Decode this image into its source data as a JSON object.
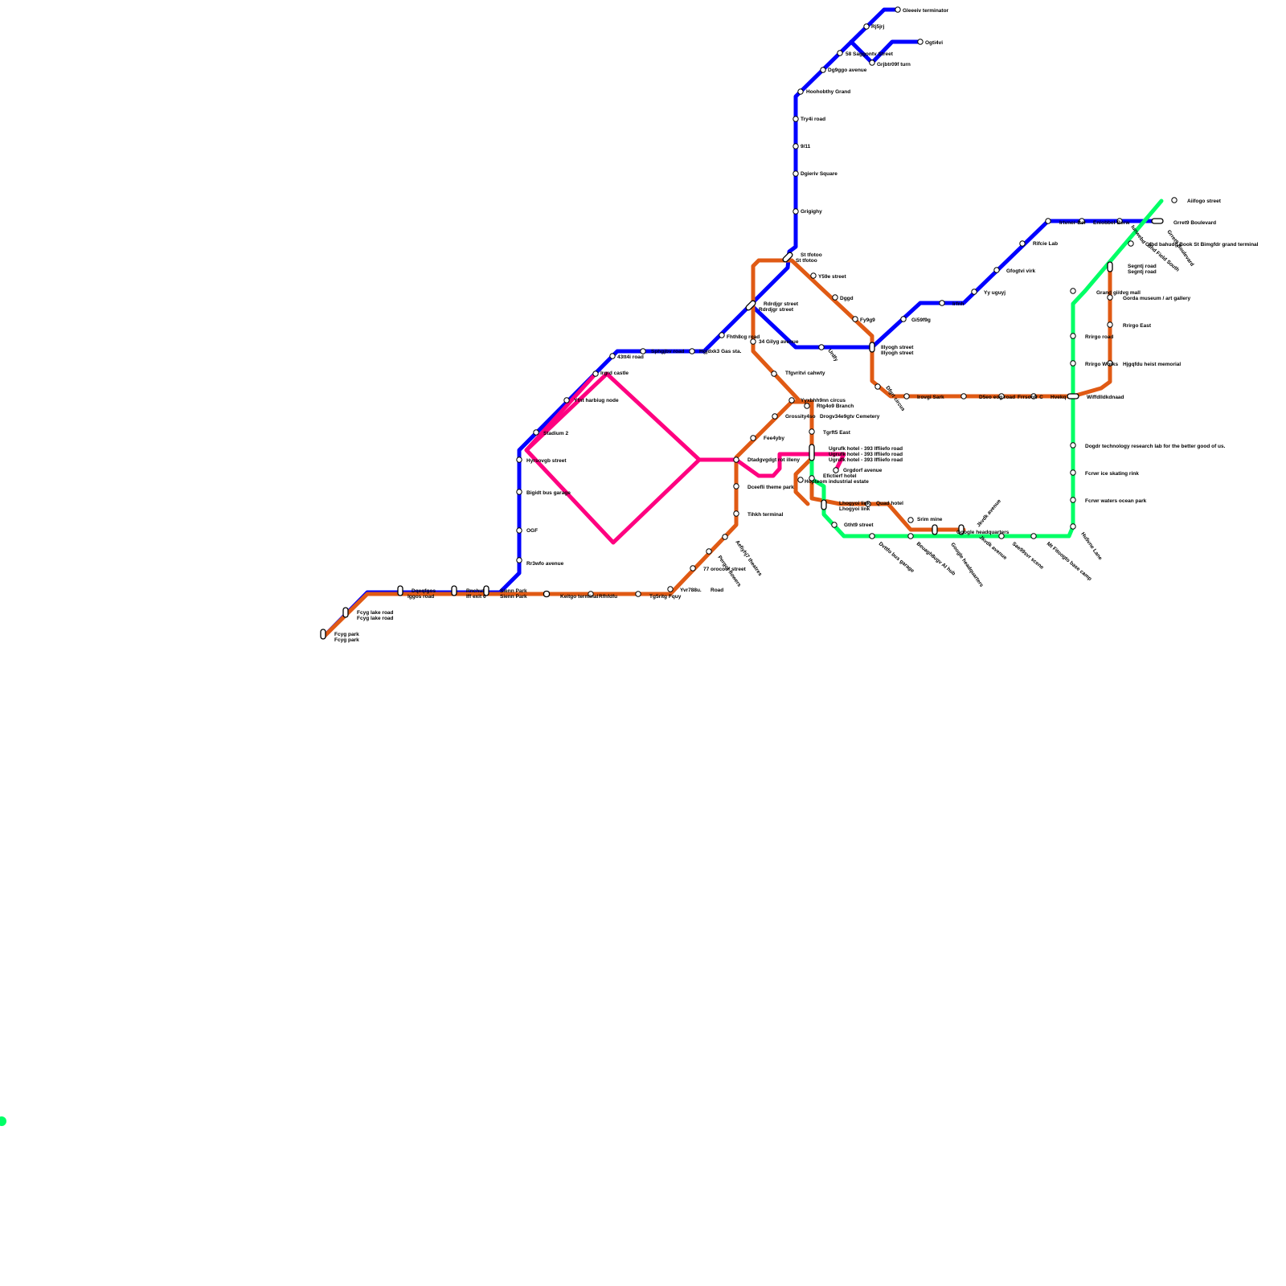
{
  "colors": {
    "blue": "#0000ff",
    "orange": "#e05a14",
    "pink": "#ff0080",
    "green": "#00ff66"
  },
  "stations": {
    "s01": "Gleeeiv terminator",
    "s02": "Rj5jrj",
    "s03": "Ogti4vi",
    "s04": "58 Saggontv Street",
    "s05": "Grjbtr09f turn",
    "s06": "Dg9ggo avenue",
    "s07": "Hoohobthy Grand",
    "s08": "Try4i road",
    "s09": "9/11",
    "s10": "Dgieriv Square",
    "s11": "Grigighy",
    "s12": "St tfotoo",
    "s13": "St tfotoo",
    "s14": "Y59e street",
    "s15": "Dggd",
    "s16": "Fy9g9",
    "s17": "Rdrdjgr street",
    "s18": "Rdrdjgr street",
    "s19": "Fhth8cg road",
    "s20": "34 Gilyg avenue",
    "s21": "Urdfy",
    "s22": "Illyogh street",
    "s23": "Illyogh street",
    "s24": "Gi59f9g",
    "s25": "Irfnh",
    "s26": "Yy uguyj",
    "s27": "Gfogtvi virk",
    "s28": "Rifcie Lab",
    "s29": "Irtvner-Ber",
    "s30": "Eniobbel-Berw",
    "s31": "Iunwebd",
    "s32": "Grret9 Boulevard",
    "s33": "Aiifogo street",
    "s34": "Grret9 Boulevard",
    "s35": "Gfbd bahudg Book St Bimgfdr grand terminal",
    "s36": "Bhd Field South",
    "s37": "Segntj road",
    "s38": "Segntj road",
    "s39": "Grand gi/dvg mall",
    "s40": "Gorda museum / art gallery",
    "s41": "Rrirgo road",
    "s42": "Rrirgo East",
    "s43": "Rrirgo Works",
    "s44": "Hjgqfdu heist memorial",
    "s45": "Dfgrt circus",
    "s46": "Irovgi Sark",
    "s47": "D5eo eog road",
    "s48": "Frrsoofr C",
    "s49": "Hvekq",
    "s50": "Wiffdlldkdnaad",
    "s51": "Dogdr technology research lab for the better good of us.",
    "s52": "Fcrwr ice skating rink",
    "s53": "Fcrwr waters ocean park",
    "s54": "Hu5vne Lane",
    "s55": "Mt Fitoogto base camp",
    "s56": "Sae99svr scene",
    "s57": "Jkvdk avenue",
    "s58": "Jkvdk avenue",
    "s59": "Google headquarters",
    "s60": "Google headquarters",
    "s61": "Beuagh8ugv AI hub",
    "s62": "Srim mine",
    "s63": "Dvttfo bus garage",
    "s64": "Quad hotel",
    "s65": "Gtht9 street",
    "s66": "Lhogyoi link",
    "s67": "Lhogyoi link",
    "s68": "Efictierf hotel",
    "s69": "Hopteom industrial estate",
    "s70": "Ugrufk hotel - 393 Iffiiefo road",
    "s71": "Ugrufk hotel - 393 Iffiiefo road",
    "s72": "Ugrufk hotel - 393 Iffiiefo road",
    "s73": "Tgrft5 East",
    "s74": "Grgdorf avenue",
    "s75": "Yyxbhh9nn circus",
    "s76": "Rtg4o9 Branch",
    "s77": "Grossity4so",
    "s78": "Drogv34e9gtv Cemetery",
    "s79": "Tfgvritvi cahwty",
    "s80": "Fee4yby",
    "s81": "Dtadgvgdgt rot illeny",
    "s82": "Dceefli theme park",
    "s83": "Tihkh terminal",
    "s84": "Aefiyhj7 theatres",
    "s85": "Pergor flowers",
    "s86": "77 orocoof street",
    "s87": "Yvr788u.",
    "s88": "Road",
    "s89": "Tg5ritg Fquy",
    "s90": "Rfhfdfu",
    "s91": "Keitgo terminal",
    "s92": "Sienn Park",
    "s93": "Sienn Park",
    "s94": "Rnchuf",
    "s95": "Iff exit 6",
    "s96": "Dqeqfgos",
    "s97": "Iggos road",
    "s98": "Fcyg lake road",
    "s99": "Fcyg lake road",
    "s100": "Fcyg park",
    "s101": "Fcyg park",
    "s102": "Rr3wfo avenue",
    "s103": "OGF",
    "s104": "Bigidt bus garage",
    "s105": "Hyrsovgb street",
    "s106": "Stadium 2",
    "s107": "Yfnt harbiug node",
    "s108": "Irgrd castle",
    "s109": "43tt4i road",
    "s110": "Sphgjbv road",
    "s111": "Hgjdxk3 Gas sta."
  }
}
